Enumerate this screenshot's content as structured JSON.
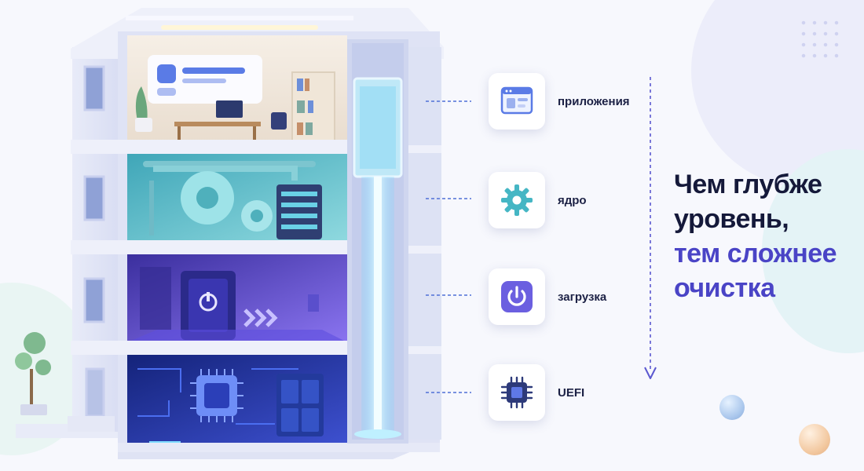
{
  "levels": [
    {
      "label": "приложения",
      "icon": "app-window-icon"
    },
    {
      "label": "ядро",
      "icon": "gear-icon"
    },
    {
      "label": "загрузка",
      "icon": "power-icon"
    },
    {
      "label": "UEFI",
      "icon": "chip-icon"
    }
  ],
  "headline": {
    "line1": "Чем глубже",
    "line2": "уровень,",
    "line3": "тем сложнее",
    "line4": "очистка"
  },
  "colors": {
    "text_dark": "#15193a",
    "accent": "#4a44c6",
    "connector": "#4f6fd6",
    "teal": "#45b6c4",
    "purple": "#6b5fe0"
  }
}
